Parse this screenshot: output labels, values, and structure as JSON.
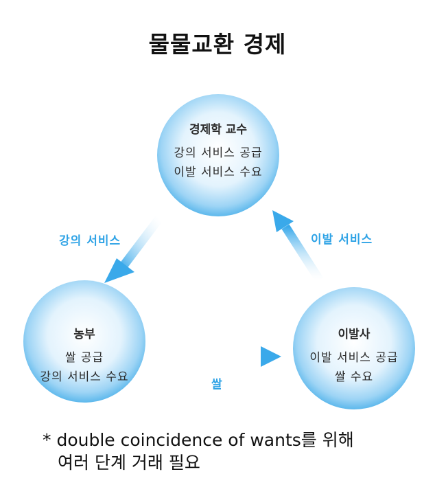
{
  "title": "물물교환 경제",
  "nodes": {
    "professor": {
      "name": "경제학 교수",
      "lines": [
        "강의 서비스 공급",
        "이발 서비스 수요"
      ]
    },
    "farmer": {
      "name": "농부",
      "lines": [
        "쌀 공급",
        "강의 서비스 수요"
      ]
    },
    "barber": {
      "name": "이발사",
      "lines": [
        "이발 서비스 공급",
        "쌀 수요"
      ]
    }
  },
  "flows": {
    "professor_to_farmer": "강의 서비스",
    "barber_to_professor": "이발 서비스",
    "farmer_to_barber": "쌀"
  },
  "note": {
    "line1": "* double coincidence of wants를 위해",
    "line2": "여러 단계 거래 필요"
  },
  "colors": {
    "circle_center": "#ffffff",
    "circle_edge": "#5db8ec",
    "arrow": "#3aa9ea",
    "flow_text": "#2fa3e6"
  }
}
